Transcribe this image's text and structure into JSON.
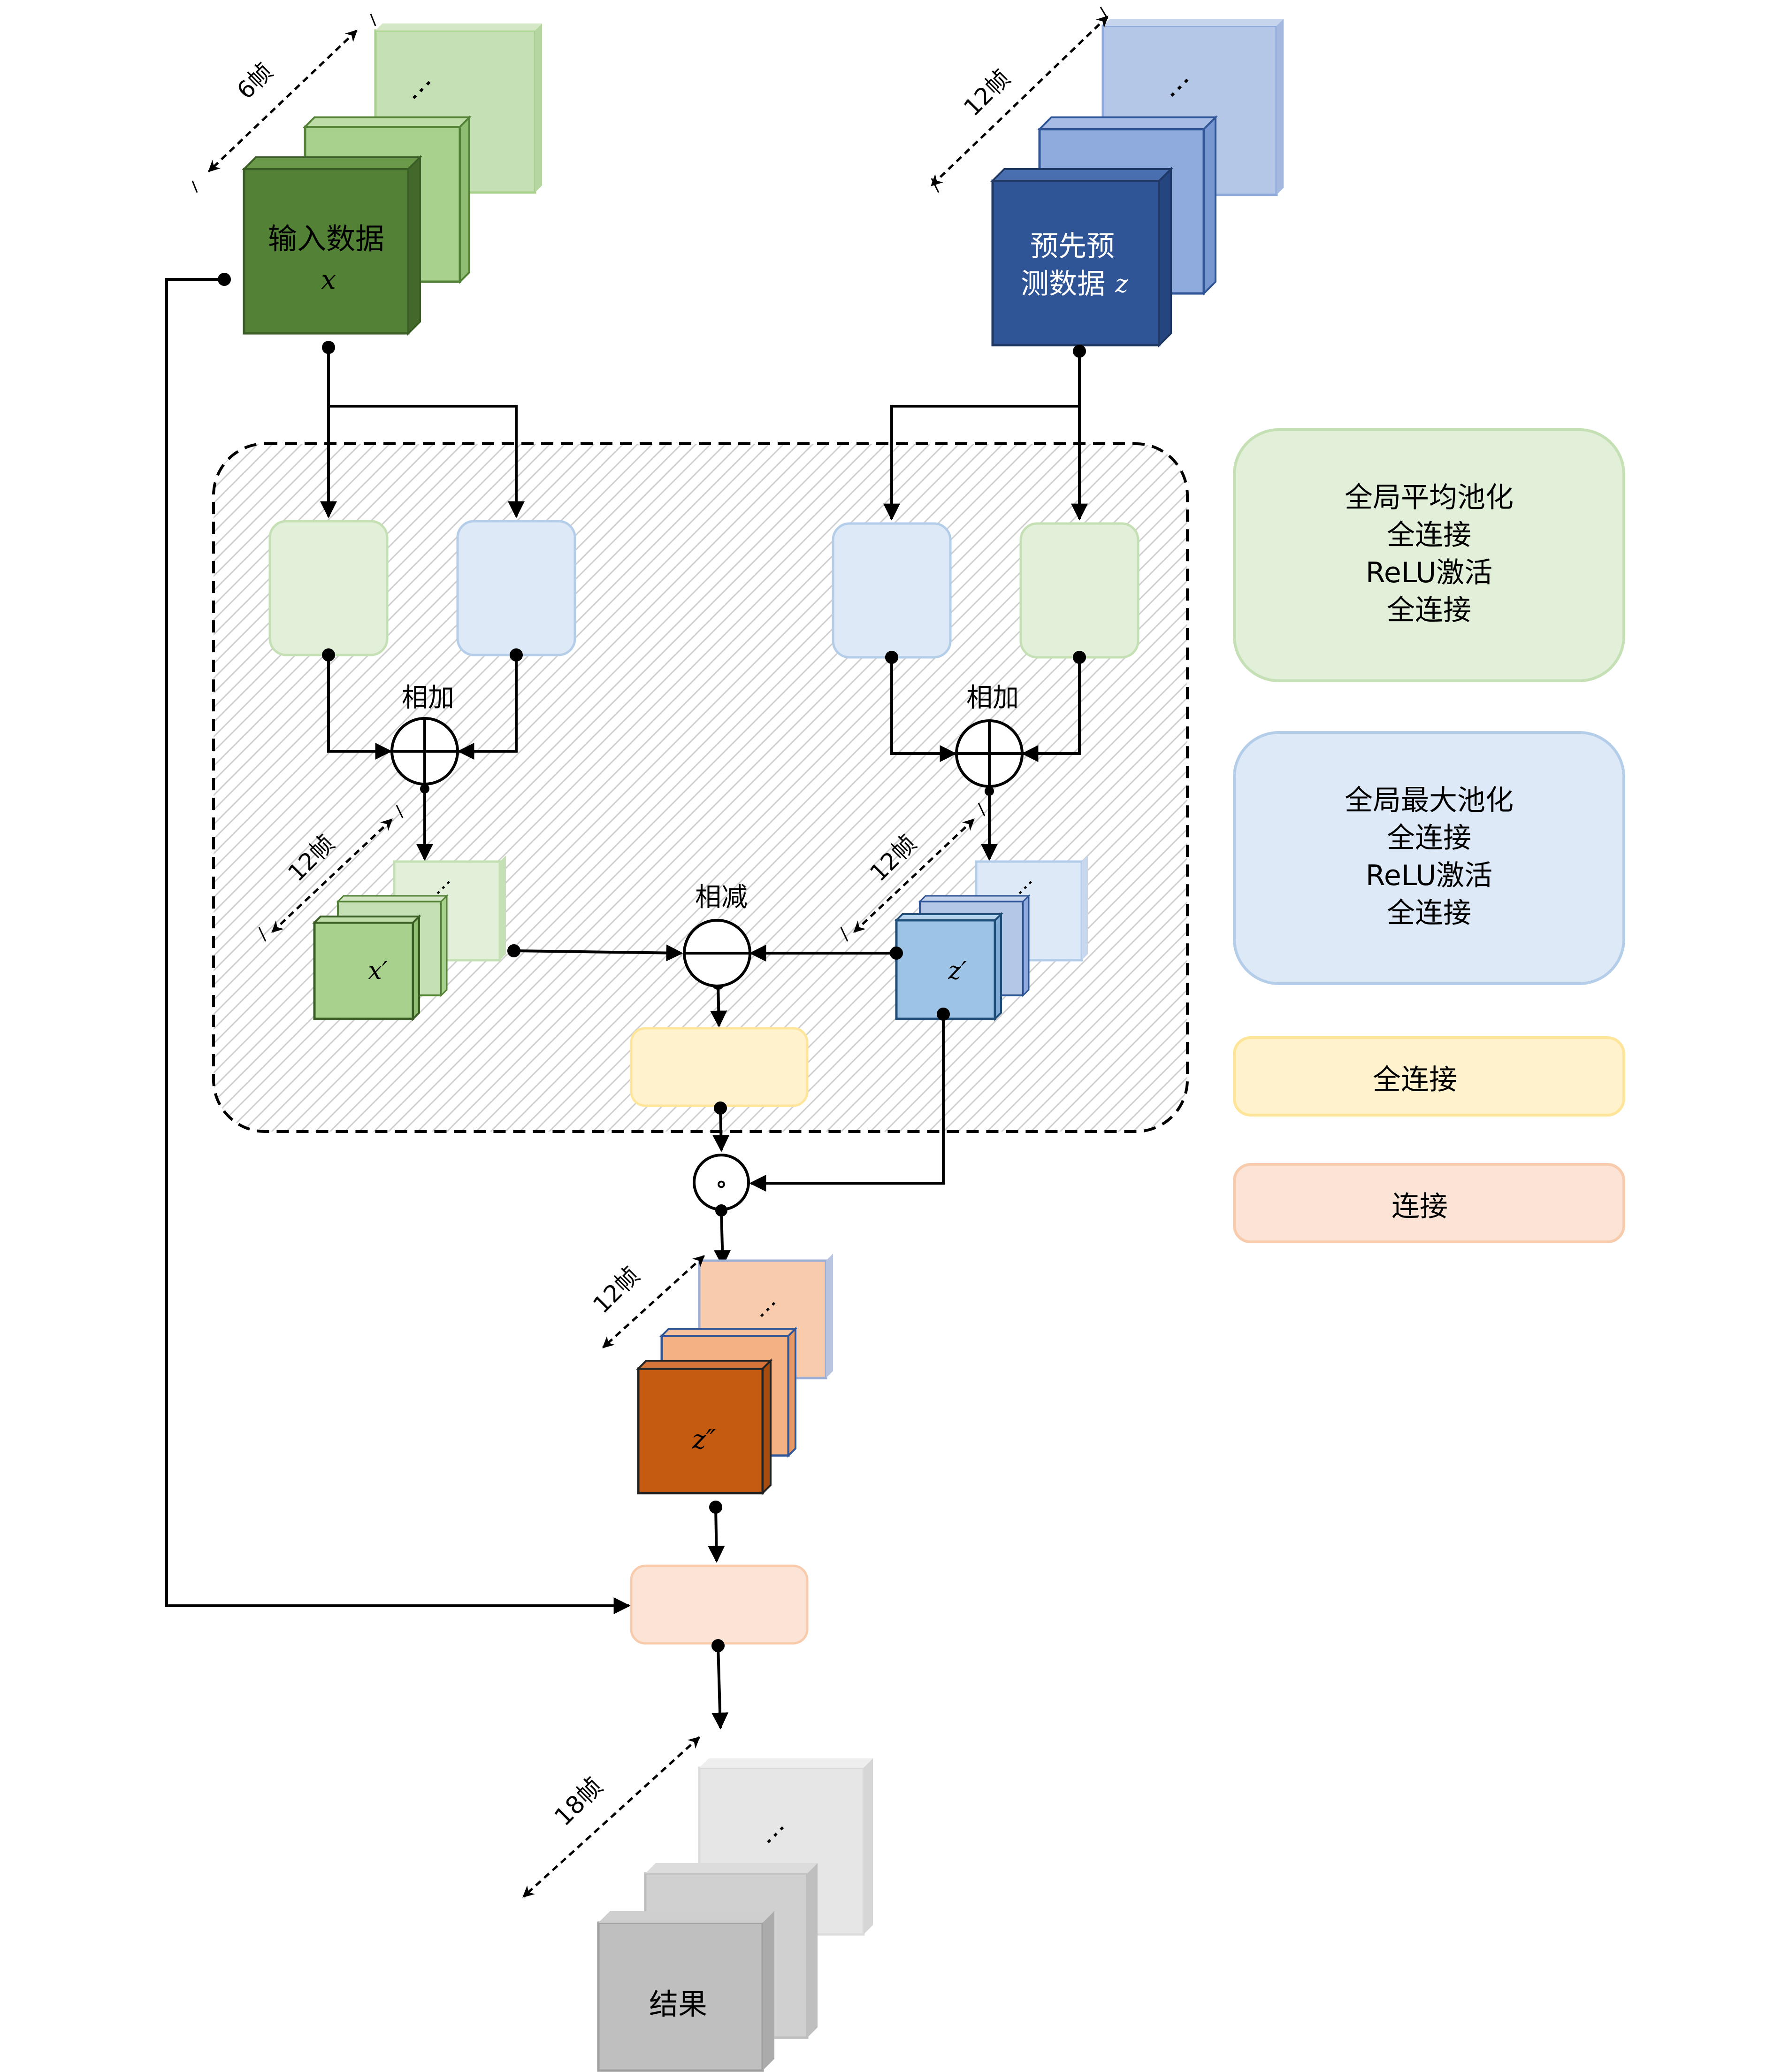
{
  "diagram": {
    "input_block": {
      "title": "输入数据",
      "var": "x",
      "frames": "6帧"
    },
    "pred_block": {
      "line1": "预先预",
      "line2": "测数据",
      "var": "z",
      "frames": "12帧"
    },
    "add_left_label": "相加",
    "add_right_label": "相加",
    "sub_label": "相减",
    "xprime": {
      "var": "x′",
      "frames": "12帧"
    },
    "zprime": {
      "var": "z′",
      "frames": "12帧"
    },
    "hadamard_symbol": "∘",
    "zdprime": {
      "var": "z″",
      "frames": "12帧"
    },
    "result": {
      "label": "结果",
      "frames": "18帧"
    },
    "ellipsis": "⋮"
  },
  "legend": {
    "green": {
      "lines": [
        "全局平均池化",
        "全连接",
        "ReLU激活",
        "全连接"
      ],
      "color": "#e2efd9"
    },
    "blue": {
      "lines": [
        "全局最大池化",
        "全连接",
        "ReLU激活",
        "全连接"
      ],
      "color": "#dde9f6"
    },
    "yellow": {
      "label": "全连接",
      "color": "#fff2cc"
    },
    "orange": {
      "label": "连接",
      "color": "#fbe4d5"
    }
  },
  "colors": {
    "green_dark": "#538135",
    "green_mid": "#a9d18e",
    "green_light": "#c5e0b4",
    "blue_dark": "#2f5597",
    "blue_mid": "#8faadc",
    "blue_light": "#b4c7e7",
    "orange_dark": "#c55a11",
    "orange_mid": "#f4b183",
    "orange_light": "#f8cbad",
    "gray_dark": "#bfbfbf",
    "gray_mid": "#d0d0d0",
    "gray_light": "#e6e6e6"
  }
}
